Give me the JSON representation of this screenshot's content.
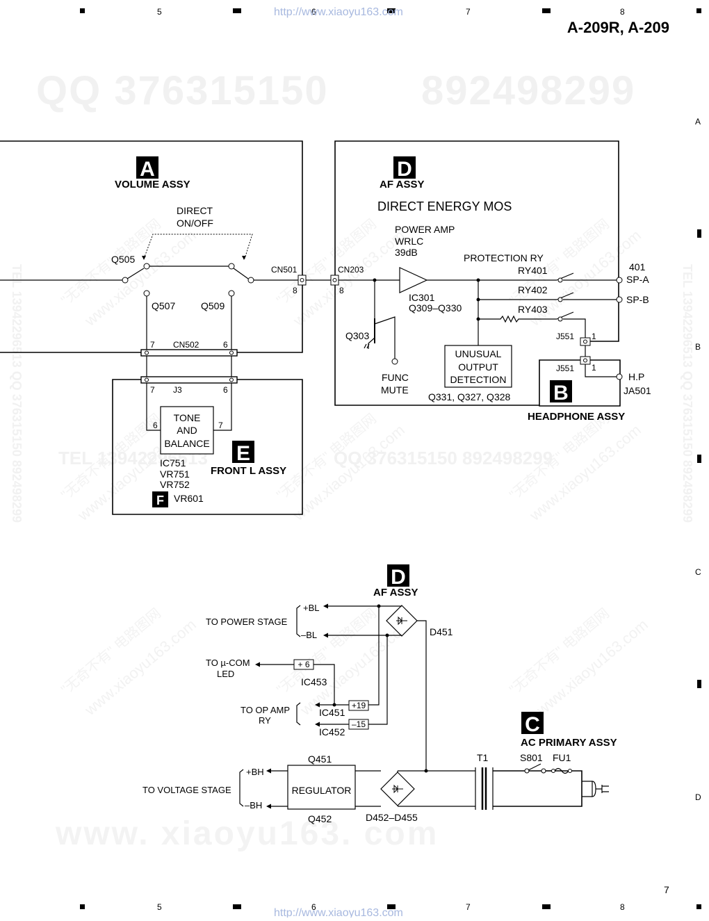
{
  "header": {
    "model": "A-209R, A-209",
    "url_top": "http://www.xiaoyu163.com",
    "url_bottom": "http://www.xiaoyu163.com",
    "page_number": "7",
    "col_numbers": [
      "5",
      "6",
      "7",
      "8"
    ],
    "row_letters": [
      "A",
      "B",
      "C",
      "D"
    ]
  },
  "watermarks": {
    "qq_line": "QQ 376315150",
    "qq_line2": "892498299",
    "tel_line": "TEL 13942296513",
    "mid_line": "QQ 376315150  892498299",
    "bottom_line": "www. xiaoyu163. com",
    "diagonal": "www.xiaoyu163.com",
    "diagonal_cn": "\"无奇不有\" 电路图网",
    "vertical_right": "TEL 13942296513  QQ 376315150  892498299",
    "vertical_left": "TEL 13942296513  QQ 376315150  892498299"
  },
  "volume_assy": {
    "letter": "A",
    "name": "VOLUME ASSY",
    "direct": "DIRECT",
    "onoff": "ON/OFF",
    "q505": "Q505",
    "q507": "Q507",
    "q509": "Q509",
    "cn501": "CN501",
    "cn501_pin": "8",
    "cn502": "CN502",
    "cn502_pin7": "7",
    "cn502_pin6": "6"
  },
  "af_assy_top": {
    "letter": "D",
    "name": "AF ASSY",
    "subtitle": "DIRECT ENERGY MOS",
    "power_amp": "POWER AMP",
    "wrlc": "WRLC",
    "gain": "39dB",
    "cn203": "CN203",
    "cn203_pin": "8",
    "ic301": "IC301",
    "q309": "Q309–Q330",
    "q303": "Q303",
    "func": "FUNC",
    "mute": "MUTE",
    "protection": "PROTECTION RY",
    "ry401": "RY401",
    "ry402": "RY402",
    "ry403": "RY403",
    "unusual": "UNUSUAL",
    "output": "OUTPUT",
    "detection": "DETECTION",
    "qdet": "Q331, Q327, Q328",
    "sp_num": "401",
    "spa": "SP-A",
    "spb": "SP-B",
    "j551_top": "J551",
    "j551_top_pin": "1"
  },
  "headphone_assy": {
    "letter": "B",
    "name": "HEADPHONE ASSY",
    "j551": "J551",
    "j551_pin": "1",
    "hp": "H.P",
    "ja501": "JA501"
  },
  "front_l_assy": {
    "letter": "E",
    "name": "FRONT L ASSY",
    "j3": "J3",
    "j3_pin7": "7",
    "j3_pin6": "6",
    "tone1": "TONE",
    "tone2": "AND",
    "tone3": "BALANCE",
    "tone_pin6": "6",
    "tone_pin7": "7",
    "ic751": "IC751",
    "vr751": "VR751",
    "vr752": "VR752",
    "f_letter": "F",
    "vr601": "VR601"
  },
  "af_assy_bottom": {
    "letter": "D",
    "name": "AF ASSY",
    "to_power_stage": "TO POWER STAGE",
    "plus_bl": "+BL",
    "minus_bl": "–BL",
    "d451": "D451",
    "to_ucom_1": "TO µ-COM",
    "to_ucom_2": "LED",
    "plus6": "+ 6",
    "ic453": "IC453",
    "to_opamp_1": "TO OP AMP",
    "to_opamp_2": "RY",
    "plus19": "+19",
    "ic451": "IC451",
    "minus15": "–15",
    "ic452": "IC452",
    "to_voltage_stage": "TO VOLTAGE STAGE",
    "plus_bh": "+BH",
    "minus_bh": "–BH",
    "q451": "Q451",
    "regulator": "REGULATOR",
    "q452": "Q452",
    "d452": "D452–D455",
    "t1": "T1"
  },
  "ac_primary_assy": {
    "letter": "C",
    "name": "AC PRIMARY ASSY",
    "s801": "S801",
    "fu1": "FU1"
  }
}
